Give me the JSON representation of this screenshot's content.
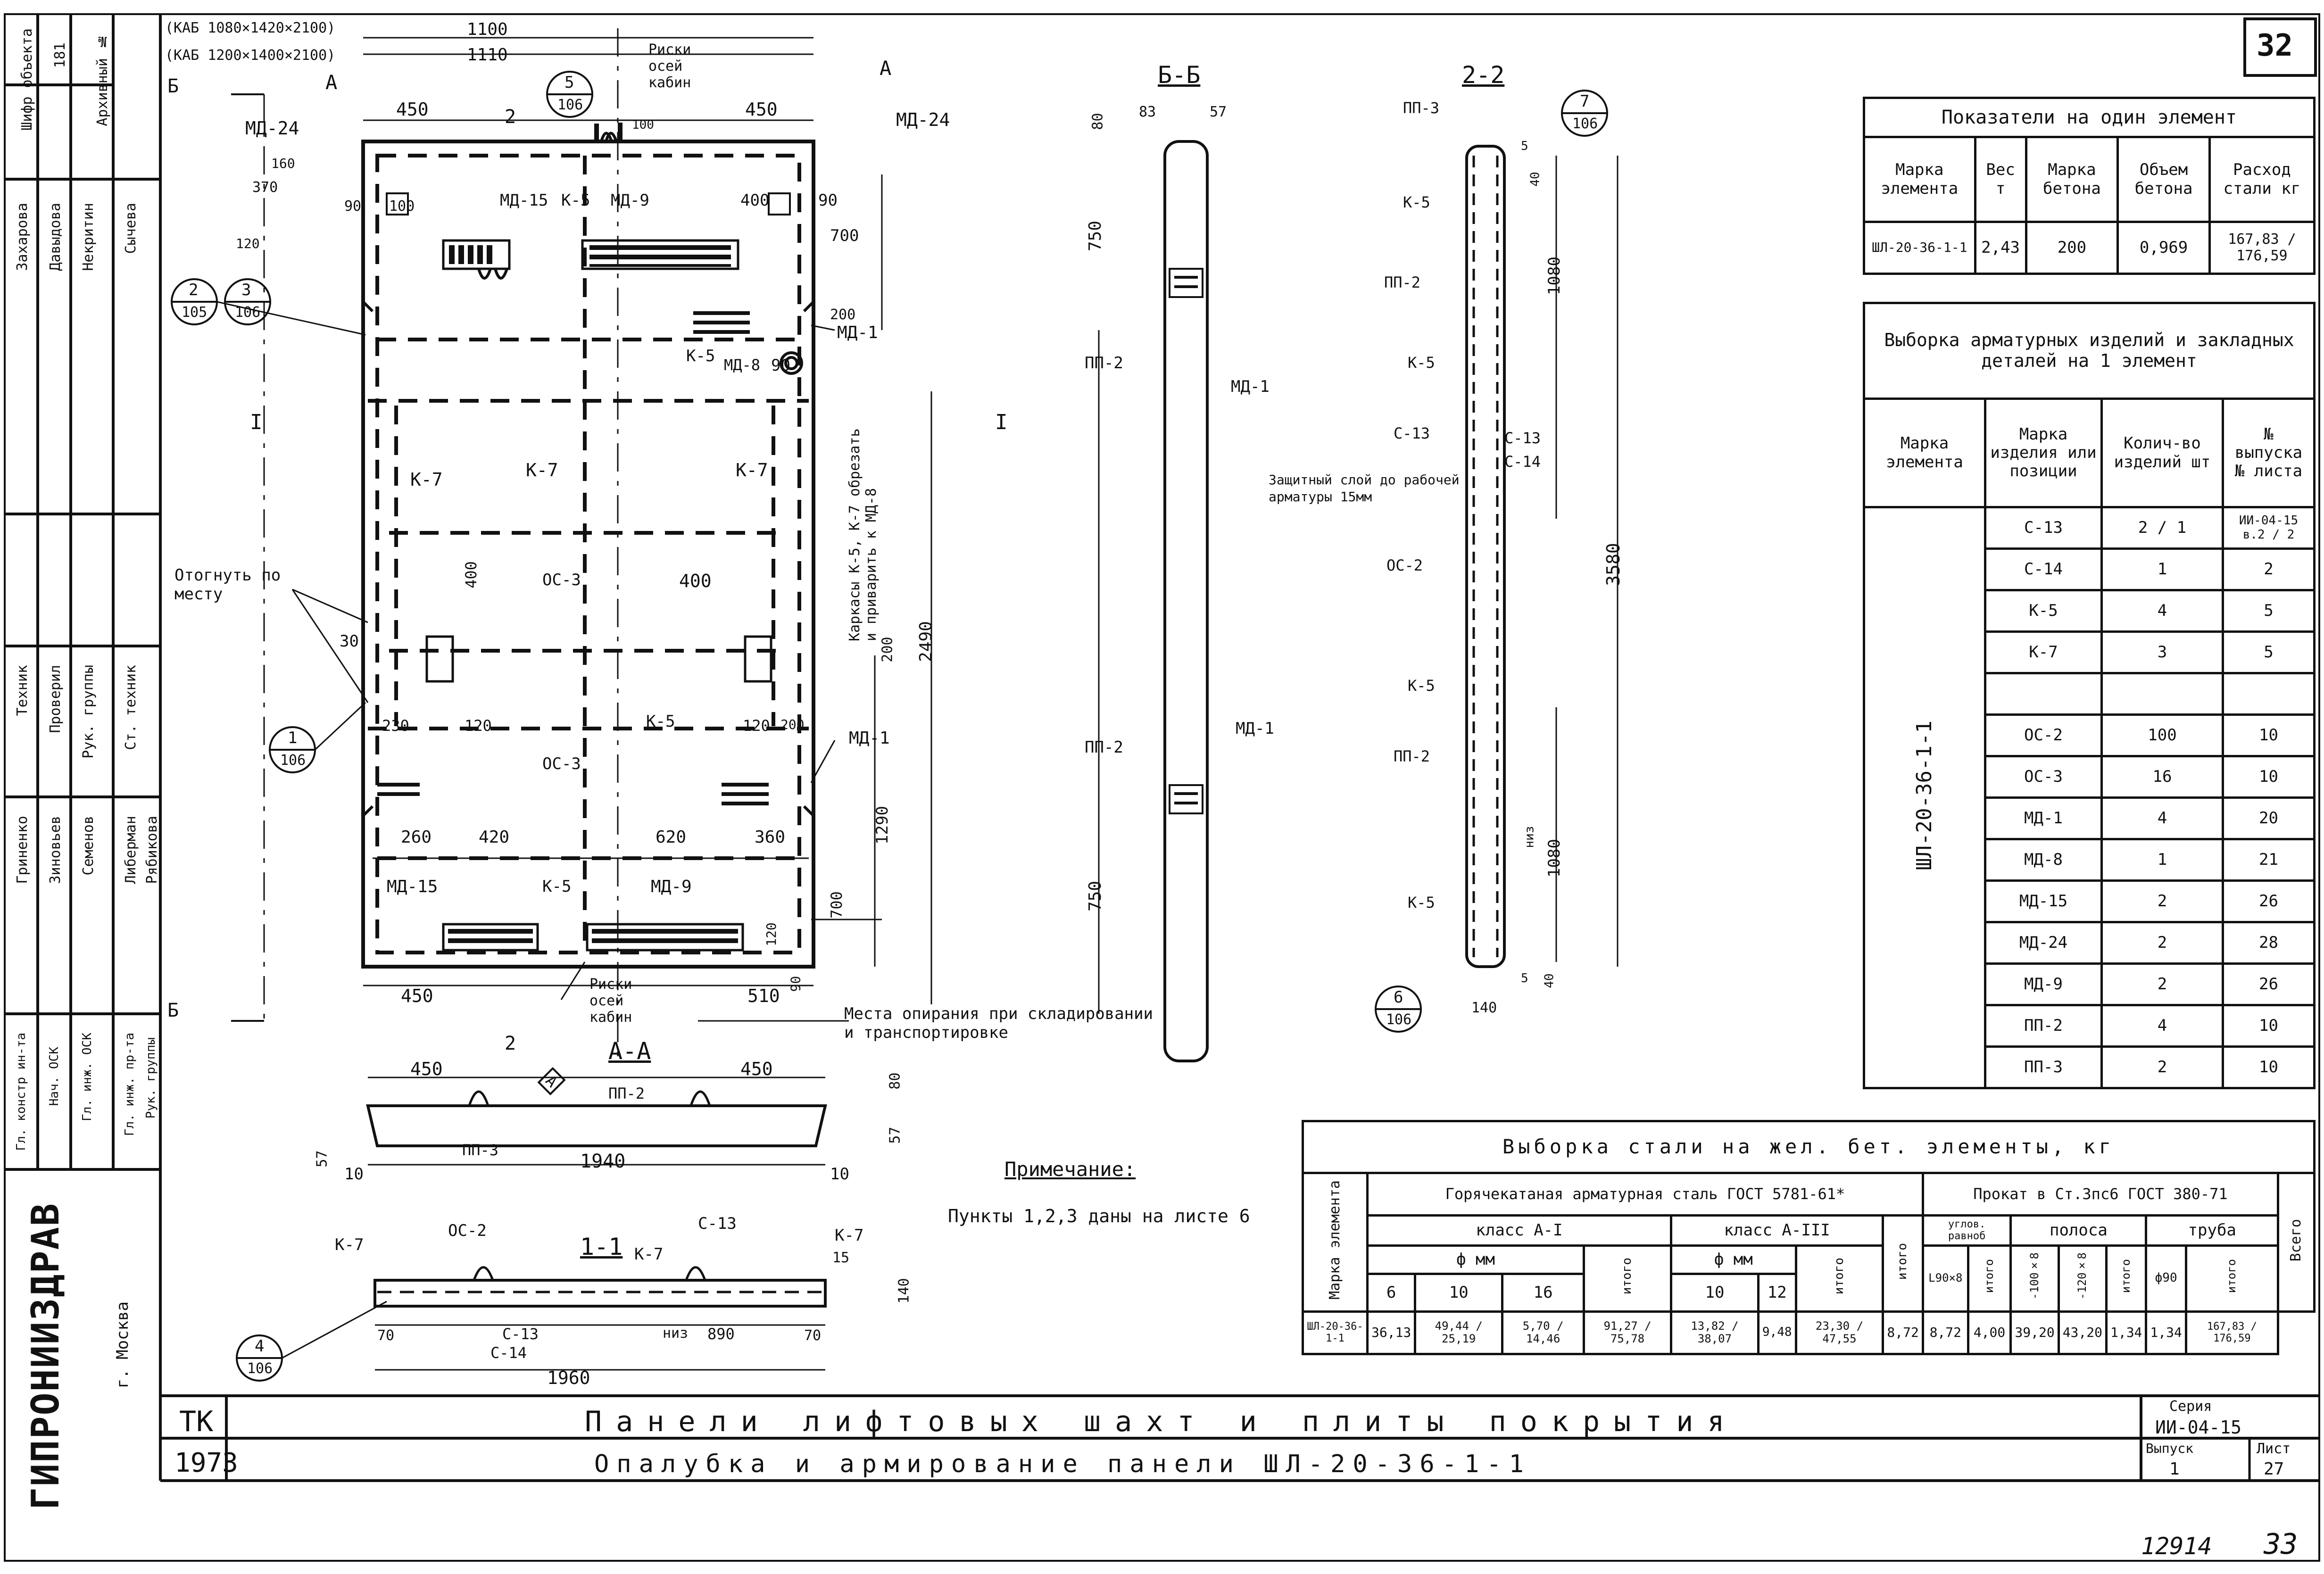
{
  "sheet_number": "32",
  "page_number_bottom": "33",
  "archive_number": "12914",
  "left_stamp": {
    "org": "ГИПРОНИИЗДРАВ",
    "city": "г. Москва",
    "cells": [
      "Шифр объекта",
      "181",
      "Архивный №"
    ],
    "roles": [
      "Гл. констр ин-та",
      "Нач. ОСК",
      "Гл. инж. ОСК",
      "Гл. инж. пр-та",
      "Рук. группы",
      "Гриненко",
      "Зиновьев",
      "Семенов",
      "Либерман",
      "Рябикова",
      "Техник",
      "Проверил",
      "Рук. группы",
      "Ст. техник",
      "Захарова",
      "Давыдова",
      "Некритин",
      "Сычева"
    ]
  },
  "plan": {
    "dims_top": [
      "(КАБ 1080×1420×2100)",
      "(КАБ 1200×1400×2100)",
      "1100",
      "1110",
      "450",
      "450",
      "100",
      "90",
      "90",
      "400",
      "100",
      "370",
      "160",
      "120",
      "700",
      "200",
      "2"
    ],
    "marks": [
      "МД-24",
      "МД-24",
      "МД-15",
      "К-5",
      "МД-9",
      "К-5",
      "МД-8",
      "МД-1",
      "К-7",
      "К-7",
      "К-7",
      "ОС-3",
      "ОС-3",
      "К-5",
      "МД-1",
      "К-5",
      "МД-15",
      "МД-9",
      "А",
      "А",
      "Б",
      "Б",
      "I",
      "I"
    ],
    "labels": [
      "Риски осей кабин",
      "Риски осей кабин",
      "Отогнуть по месту",
      "Каркасы К-5, К-7 обрезать и приварить к МД-8",
      "Места опирания при складировании и транспортировке"
    ],
    "dims_mid": [
      "400",
      "400",
      "30",
      "230",
      "120",
      "120",
      "200",
      "200",
      "2490",
      "1290",
      "260",
      "420",
      "620",
      "360",
      "700",
      "450",
      "510",
      "90",
      "120",
      "90",
      "2"
    ],
    "callouts": [
      [
        "2",
        "105"
      ],
      [
        "3",
        "106"
      ],
      [
        "5",
        "106"
      ],
      [
        "1",
        "106"
      ],
      [
        "4",
        "106"
      ],
      [
        "6",
        "106"
      ],
      [
        "7",
        "106"
      ]
    ]
  },
  "section_bb": {
    "title": "Б-Б",
    "dims": [
      "80",
      "83",
      "57",
      "750",
      "750"
    ],
    "marks": [
      "ПП-2",
      "МД-1",
      "ПП-2",
      "МД-1"
    ]
  },
  "section_22": {
    "title": "2-2",
    "marks": [
      "ПП-3",
      "К-5",
      "ПП-2",
      "К-5",
      "С-13",
      "С-13",
      "С-14",
      "ОС-2",
      "К-5",
      "ПП-2",
      "К-5"
    ],
    "dims": [
      "5",
      "40",
      "1080",
      "3580",
      "1080",
      "5",
      "40",
      "140"
    ],
    "note": "Защитный слой до рабочей арматуры 15мм",
    "niz": "низ"
  },
  "section_aa": {
    "title": "А-А",
    "dims": [
      "450",
      "450",
      "80",
      "57",
      "57",
      "10",
      "1940",
      "10"
    ],
    "marks": [
      "ПП-2",
      "ПП-3",
      "А"
    ]
  },
  "section_11": {
    "title": "1-1",
    "marks": [
      "К-7",
      "ОС-2",
      "К-7",
      "С-13",
      "К-7",
      "С-13",
      "С-14"
    ],
    "dims": [
      "15",
      "140",
      "70",
      "70",
      "890",
      "1960"
    ],
    "niz": "низ"
  },
  "note": {
    "title": "Примечание:",
    "text": "Пункты 1,2,3 даны на листе 6"
  },
  "table_indicators": {
    "title": "Показатели на один элемент",
    "headers": [
      "Марка элемента",
      "Вес т",
      "Марка бетона",
      "Объем бетона",
      "Расход стали кг"
    ],
    "row": [
      "ШЛ-20-36-1-1",
      "2,43",
      "200",
      "0,969",
      "167,83 / 176,59"
    ]
  },
  "table_selection": {
    "title": "Выборка арматурных изделий и закладных деталей на 1 элемент",
    "headers": [
      "Марка элемента",
      "Марка изделия или позиции",
      "Колич-во изделий шт",
      "№ выпуска № листа"
    ],
    "element": "ШЛ-20-36-1-1",
    "rows": [
      [
        "С-13",
        "2 / 1",
        "ИИ-04-15 в.2 / 2"
      ],
      [
        "С-14",
        "1",
        "2"
      ],
      [
        "К-5",
        "4",
        "5"
      ],
      [
        "К-7",
        "3",
        "5"
      ],
      [
        "",
        "",
        ""
      ],
      [
        "ОС-2",
        "100",
        "10"
      ],
      [
        "ОС-3",
        "16",
        "10"
      ],
      [
        "МД-1",
        "4",
        "20"
      ],
      [
        "МД-8",
        "1",
        "21"
      ],
      [
        "МД-15",
        "2",
        "26"
      ],
      [
        "МД-24",
        "2",
        "28"
      ],
      [
        "МД-9",
        "2",
        "26"
      ],
      [
        "ПП-2",
        "4",
        "10"
      ],
      [
        "ПП-3",
        "2",
        "10"
      ]
    ]
  },
  "table_steel": {
    "title": "Выборка стали на жел. бет. элементы, кг",
    "h1": "Горячекатаная арматурная сталь ГОСТ 5781-61*",
    "h2": "Прокат в Ст.3пс6 ГОСТ 380-71",
    "class1": "класс А-I",
    "class3": "класс А-III",
    "phi": "ф мм",
    "itogo": "итого",
    "vsego": "Всего",
    "ugol": "углов. равноб",
    "polosa": "полоса",
    "truba": "труба",
    "sizes": [
      "6",
      "10",
      "16",
      "10",
      "12",
      "L90×8",
      "-100×8",
      "-120×8",
      "ф90"
    ],
    "mark_header": "Марка элемента",
    "row": [
      "ШЛ-20-36-1-1",
      "36,13",
      "49,44 / 25,19",
      "5,70 / 14,46",
      "91,27 / 75,78",
      "13,82 / 38,07",
      "9,48",
      "23,30 / 47,55",
      "8,72",
      "8,72",
      "4,00",
      "39,20",
      "43,20",
      "1,34",
      "1,34",
      "167,83 / 176,59"
    ]
  },
  "title_block": {
    "tk": "ТК",
    "year": "1973",
    "line1": "Панели лифтовых шахт и плиты покрытия",
    "line2": "Опалубка и армирование панели ШЛ-20-36-1-1",
    "seria_label": "Серия",
    "seria": "ИИ-04-15",
    "vypusk_label": "Выпуск",
    "vypusk": "1",
    "list_label": "Лист",
    "list": "27"
  }
}
